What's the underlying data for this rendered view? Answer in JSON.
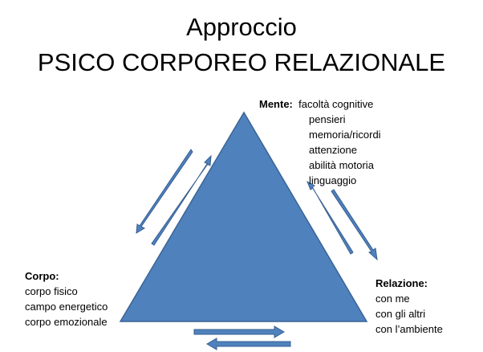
{
  "title": {
    "line1": "Approccio",
    "line2": "PSICO CORPOREO RELAZIONALE"
  },
  "colors": {
    "triangle_fill": "#4F81BD",
    "triangle_stroke": "#3A6496",
    "arrow_fill": "#4F81BD",
    "arrow_stroke": "#365F91"
  },
  "mente": {
    "head": "Mente:",
    "first": "facoltà cognitive",
    "items": [
      "pensieri",
      "memoria/ricordi",
      "attenzione",
      "abilità motoria",
      "linguaggio"
    ]
  },
  "corpo": {
    "head": "Corpo:",
    "items": [
      "corpo fisico",
      "campo energetico",
      "corpo emozionale"
    ]
  },
  "relazione": {
    "head": "Relazione:",
    "items": [
      "con me",
      "con gli altri",
      "con l’ambiente"
    ]
  }
}
